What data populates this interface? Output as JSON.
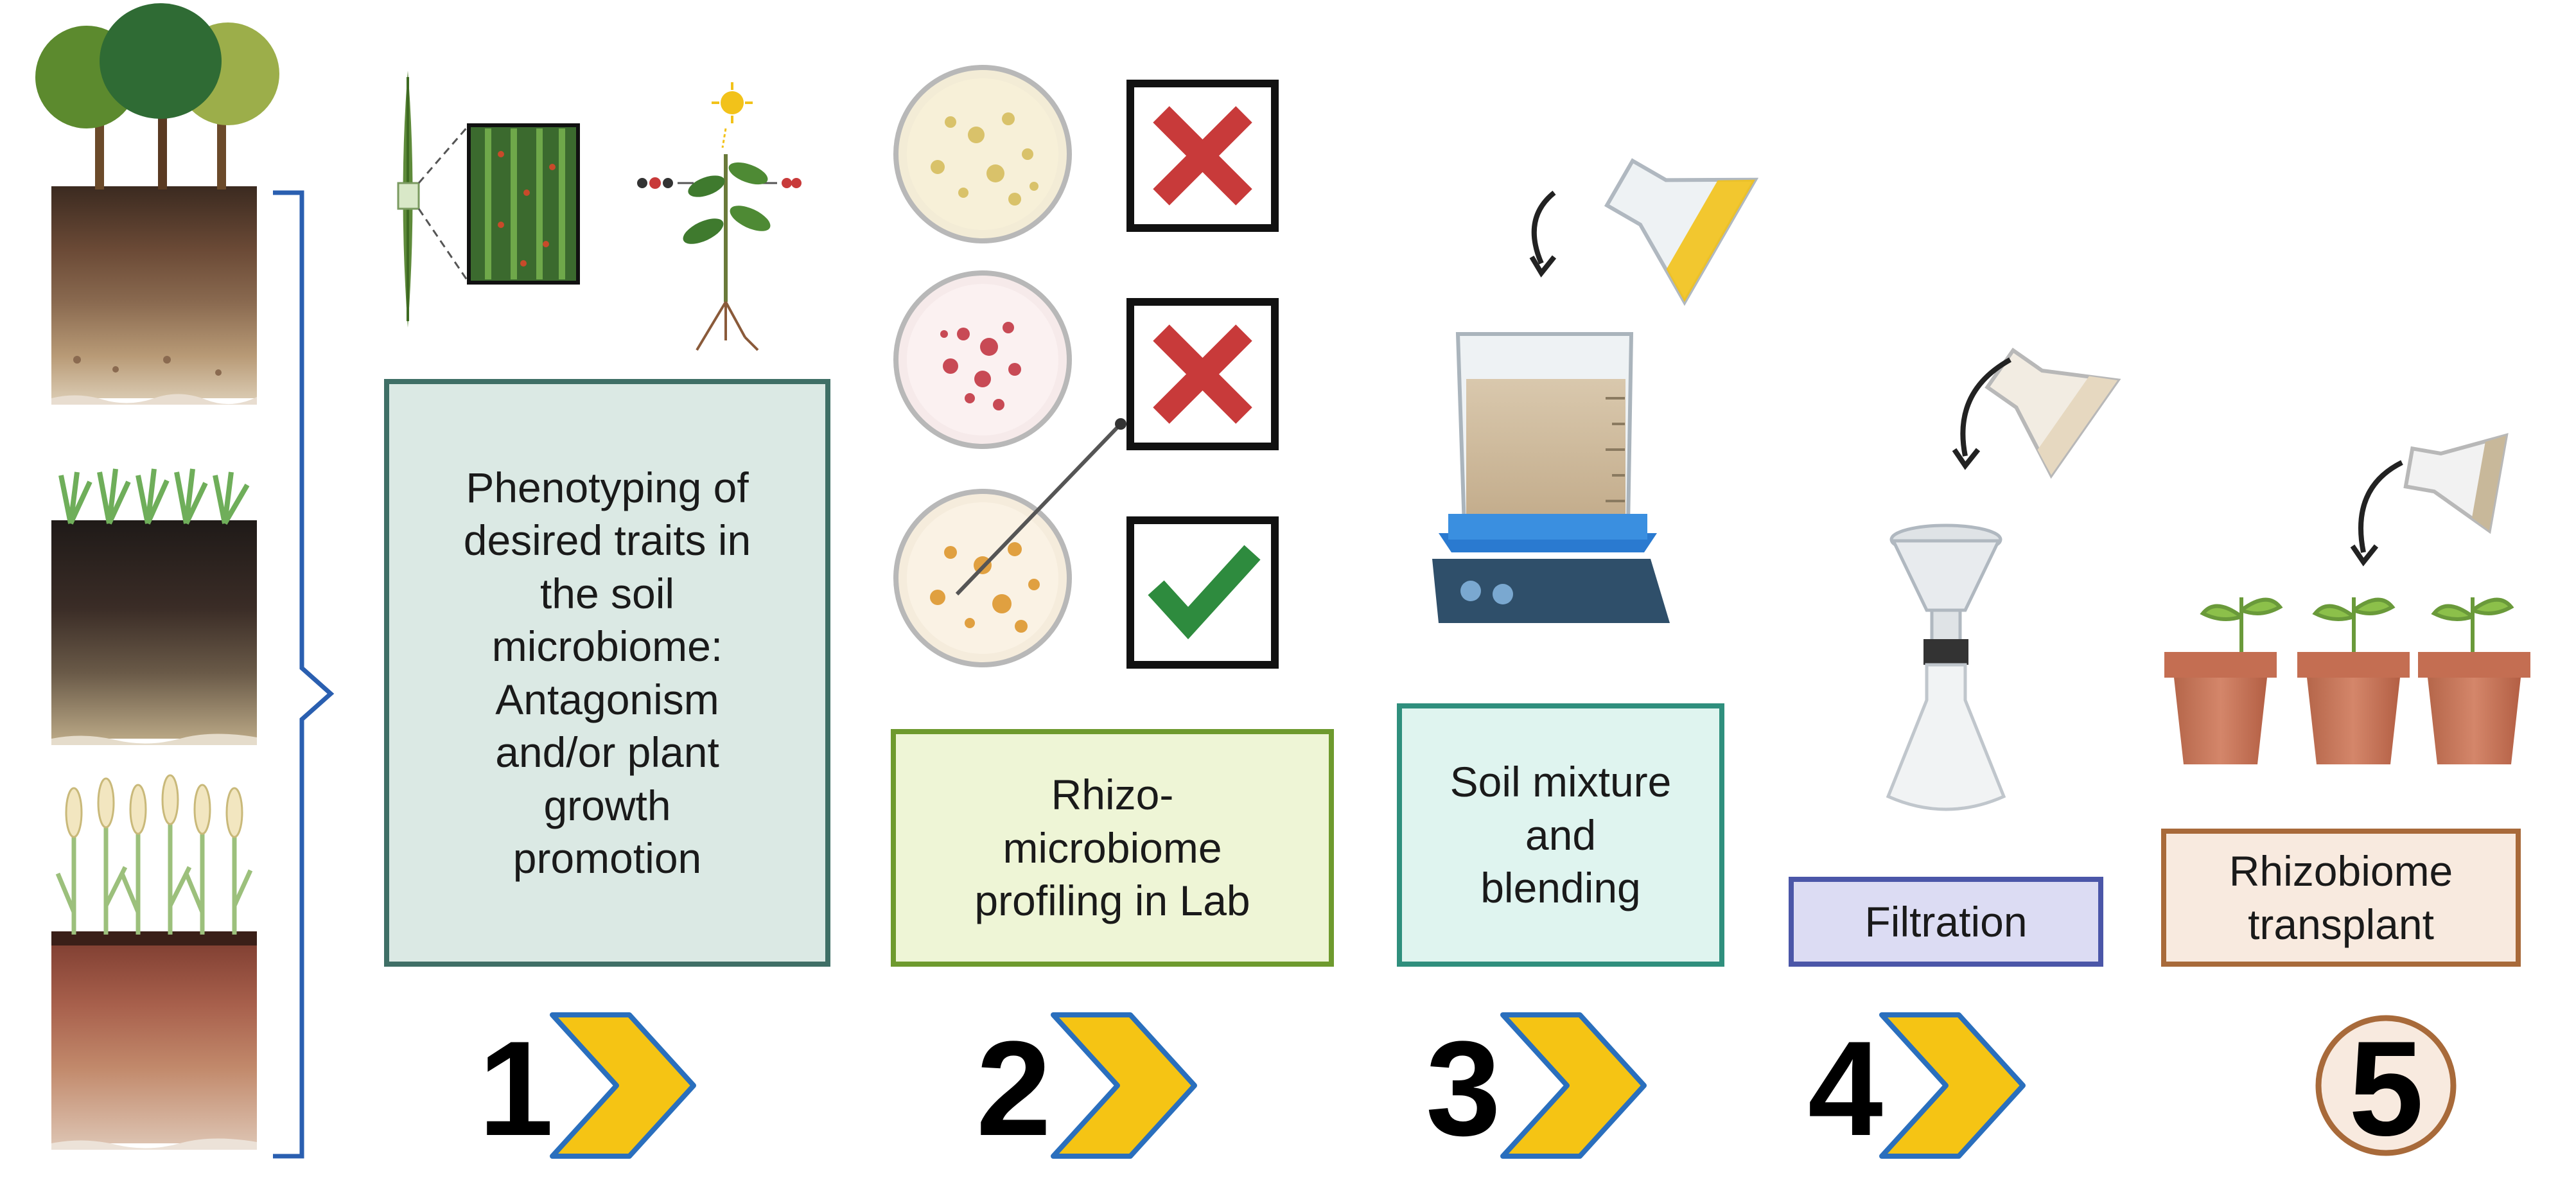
{
  "steps": [
    {
      "number": "1",
      "label": "Phenotyping of\ndesired traits in\nthe soil\nmicrobiome:\nAntagonism\nand/or plant\ngrowth\npromotion"
    },
    {
      "number": "2",
      "label": "Rhizo-\nmicrobiome\nprofiling in Lab"
    },
    {
      "number": "3",
      "label": "Soil mixture\nand\nblending"
    },
    {
      "number": "4",
      "label": "Filtration"
    },
    {
      "number": "5",
      "label": "Rhizobiome\ntransplant"
    }
  ],
  "colors": {
    "step1_fill": "#dbe9e4",
    "step1_border": "#3f6f66",
    "step2_fill": "#eef5d6",
    "step2_border": "#6e9a2e",
    "step3_fill": "#dff4ef",
    "step3_border": "#2f8f7d",
    "step4_fill": "#dcdcf3",
    "step4_border": "#4b56a8",
    "step5_fill": "#f8eadf",
    "step5_border": "#a86a3a",
    "chevron_fill": "#f5c414",
    "chevron_stroke": "#2a6fbd",
    "bracket": "#2a5fb0",
    "reject_mark": "#c83a3a",
    "accept_mark": "#2e8b3e"
  },
  "icons": [
    "forest-soil-icon",
    "grass-soil-icon",
    "wheat-soil-icon",
    "leaf-microscopy-icon",
    "plant-photosynthesis-icon",
    "petri-dish-icon",
    "reject-icon",
    "accept-icon",
    "beaker-on-stirrer-icon",
    "flask-icon",
    "funnel-filtration-icon",
    "pot-seedling-icon"
  ]
}
